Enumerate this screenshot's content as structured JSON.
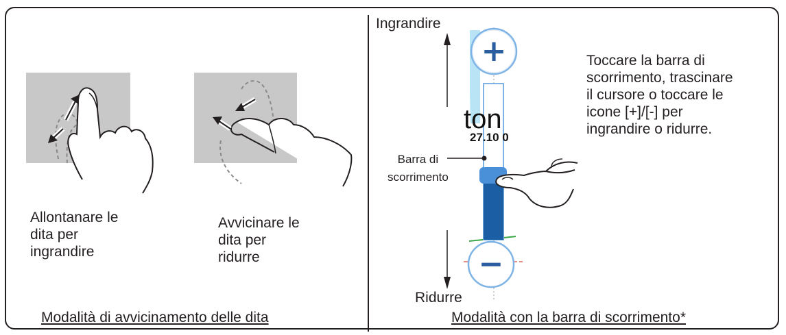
{
  "left_panel": {
    "spread_caption": "Allontanare le\ndita per\ningrandire",
    "pinch_caption": "Avvicinare le\ndita per\nridurre",
    "mode_title": "Modalità di avvicinamento delle dita"
  },
  "right_panel": {
    "zoom_in_label": "Ingrandire",
    "zoom_out_label": "Ridurre",
    "slider_label": "Barra di\nscorrimento",
    "instructions": "Toccare la barra di\nscorrimento, trascinare\nil cursore o toccare le\nicone [+]/[-] per\ningrandire o ridurre.",
    "mode_title": "Modalità con la barra di scorrimento*",
    "map_fragment_text": "ton",
    "map_fragment_number": "27.10 0",
    "plus_symbol": "+",
    "minus_symbol": "−"
  },
  "colors": {
    "outline": "#231f20",
    "screen_gray": "#c8c8c8",
    "zoom_button_ring": "#7eb3e5",
    "zoom_button_symbol": "#2b5e9e",
    "slider_thumb": "#4a90d9",
    "slider_fill": "#1b5ea3",
    "map_cyan": "#b9e4f5"
  }
}
